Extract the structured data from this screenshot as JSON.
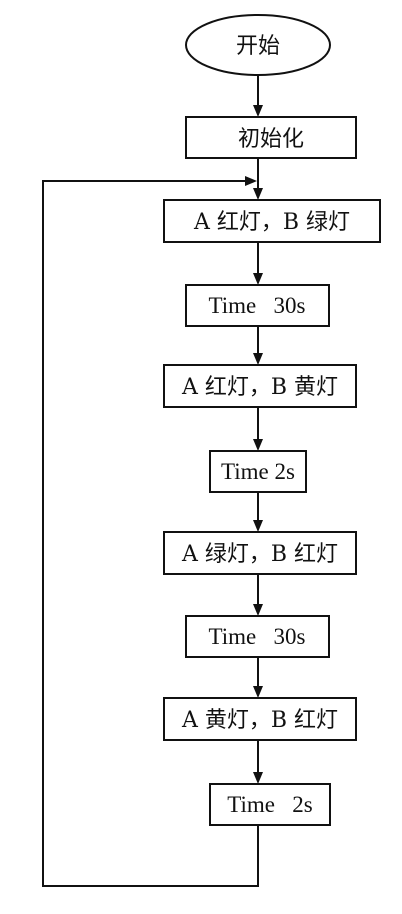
{
  "flowchart": {
    "nodes": [
      {
        "id": "start",
        "shape": "ellipse",
        "label": "开始"
      },
      {
        "id": "init",
        "shape": "rect",
        "label": "初始化"
      },
      {
        "id": "s1",
        "shape": "rect",
        "label": "A 红灯，B 绿灯"
      },
      {
        "id": "t1",
        "shape": "rect",
        "label": "Time   30s"
      },
      {
        "id": "s2",
        "shape": "rect",
        "label": "A 红灯，B 黄灯"
      },
      {
        "id": "t2",
        "shape": "rect",
        "label": "Time 2s"
      },
      {
        "id": "s3",
        "shape": "rect",
        "label": "A 绿灯，B 红灯"
      },
      {
        "id": "t3",
        "shape": "rect",
        "label": "Time   30s"
      },
      {
        "id": "s4",
        "shape": "rect",
        "label": "A 黄灯，B 红灯"
      },
      {
        "id": "t4",
        "shape": "rect",
        "label": "Time   2s"
      }
    ],
    "edges": [
      {
        "from": "start",
        "to": "init"
      },
      {
        "from": "init",
        "to": "s1"
      },
      {
        "from": "s1",
        "to": "t1"
      },
      {
        "from": "t1",
        "to": "s2"
      },
      {
        "from": "s2",
        "to": "t2"
      },
      {
        "from": "t2",
        "to": "s3"
      },
      {
        "from": "s3",
        "to": "t3"
      },
      {
        "from": "t3",
        "to": "s4"
      },
      {
        "from": "s4",
        "to": "t4"
      },
      {
        "from": "t4",
        "to": "s1",
        "type": "loop-back"
      }
    ]
  }
}
